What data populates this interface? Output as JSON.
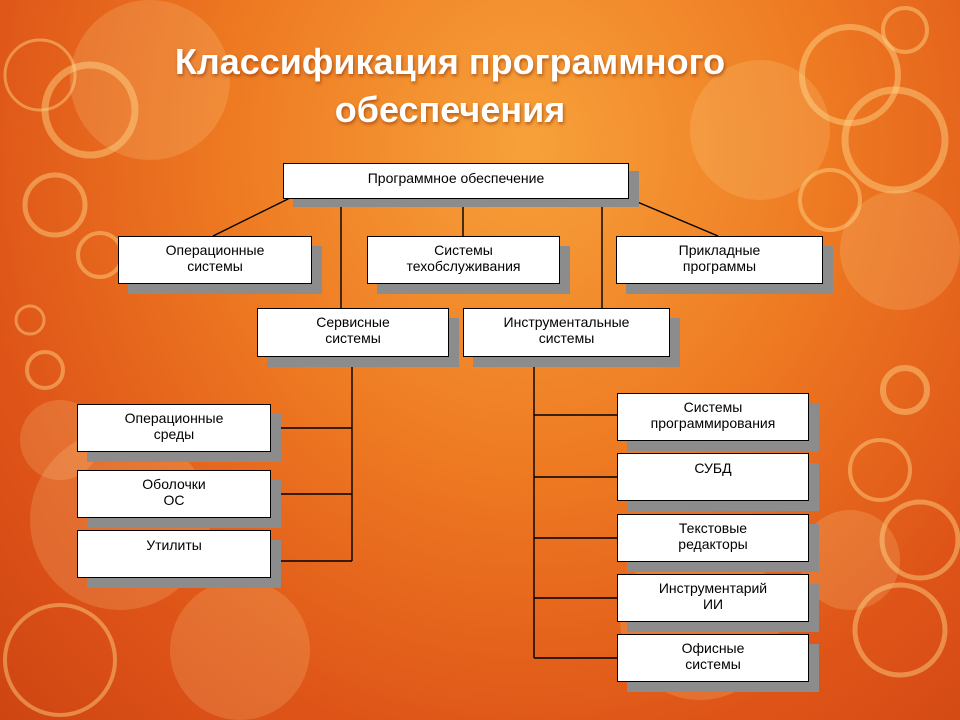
{
  "colors": {
    "background_light": "#f7a13a",
    "background_dark": "#cf4512",
    "box_fill": "#ffffff",
    "box_shadow": "#8c8c8c",
    "line": "#000000",
    "title": "#ffffff"
  },
  "slide": {
    "title_line1": "Классификация программного",
    "title_line2": "обеспечения"
  },
  "diagram": {
    "root": "Программное обеспечение",
    "os": {
      "line1": "Операционные",
      "line2": "системы"
    },
    "maintenance": {
      "line1": "Системы",
      "line2": "техобслуживания"
    },
    "applied": {
      "line1": "Прикладные",
      "line2": "программы"
    },
    "service": {
      "line1": "Сервисные",
      "line2": "системы"
    },
    "instrumental": {
      "line1": "Инструментальные",
      "line2": "системы"
    },
    "os_env": {
      "line1": "Операционные",
      "line2": "среды"
    },
    "shells": {
      "line1": "Оболочки",
      "line2": "ОС"
    },
    "utilities": "Утилиты",
    "programming": {
      "line1": "Системы",
      "line2": "программирования"
    },
    "dbms": "СУБД",
    "text_editors": {
      "line1": "Текстовые",
      "line2": "редакторы"
    },
    "ai_tools": {
      "line1": "Инструментарий",
      "line2": "ИИ"
    },
    "office": {
      "line1": "Офисные",
      "line2": "системы"
    }
  }
}
